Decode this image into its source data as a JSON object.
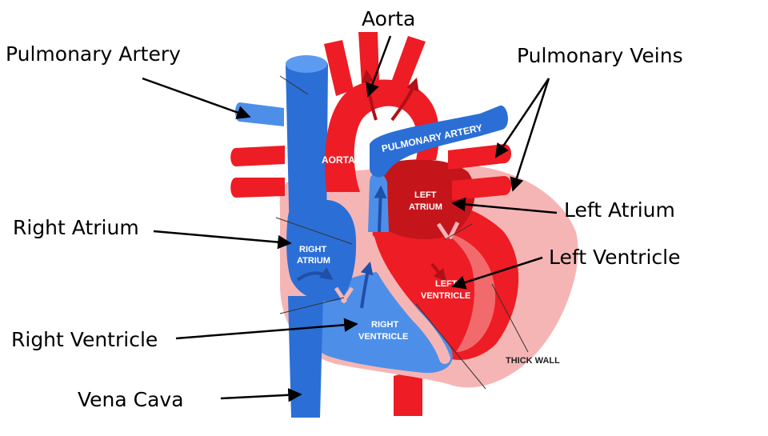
{
  "labels": {
    "pulmonary_artery": "Pulmonary Artery",
    "aorta": "Aorta",
    "pulmonary_veins": "Pulmonary Veins",
    "right_atrium": "Right Atrium",
    "left_atrium": "Left Atrium",
    "left_ventricle": "Left Ventricle",
    "right_ventricle": "Right Ventricle",
    "vena_cava": "Vena Cava"
  },
  "inline_labels": {
    "pulmonary_artery": "PULMONARY ARTERY",
    "aorta": "AORTA",
    "left_atrium_1": "LEFT",
    "left_atrium_2": "ATRIUM",
    "right_atrium_1": "RIGHT",
    "right_atrium_2": "ATRIUM",
    "left_ventricle_1": "LEFT",
    "left_ventricle_2": "VENTRICLE",
    "right_ventricle_1": "RIGHT",
    "right_ventricle_2": "VENTRICLE",
    "thick_wall": "THICK WALL"
  },
  "colors": {
    "oxygenated": "#ee1c24",
    "deoxygenated": "#2b6fd6",
    "light_blue": "#4d8fe8",
    "pericardium": "#f6b5b5",
    "dark_red": "#c4151b",
    "arrow": "#000000"
  }
}
